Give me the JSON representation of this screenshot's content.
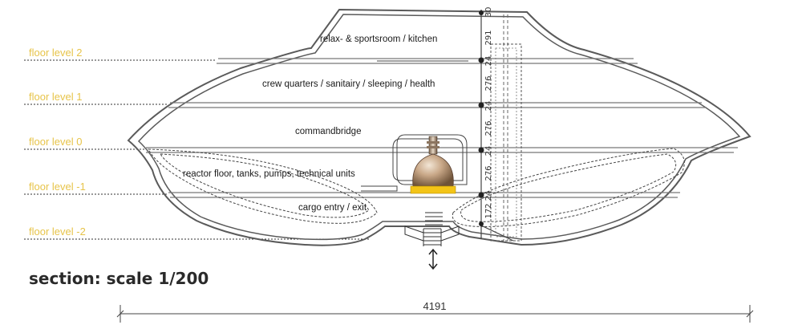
{
  "floors": [
    {
      "label": "floor level 2"
    },
    {
      "label": "floor level 1"
    },
    {
      "label": "floor level 0"
    },
    {
      "label": "floor level -1"
    },
    {
      "label": "floor level -2"
    }
  ],
  "rooms": [
    {
      "label": "relax- & sportsroom / kitchen"
    },
    {
      "label": "crew quarters / sanitairy / sleeping / health"
    },
    {
      "label": "commandbridge"
    },
    {
      "label": "reactor floor, tanks, pumps, technical units"
    },
    {
      "label": "cargo entry / exit"
    }
  ],
  "dimensions": [
    {
      "label": "30"
    },
    {
      "label": "291"
    },
    {
      "label": "24"
    },
    {
      "label": "276"
    },
    {
      "label": "24"
    },
    {
      "label": "276"
    },
    {
      "label": "24"
    },
    {
      "label": "276"
    },
    {
      "label": "24"
    },
    {
      "label": "172"
    }
  ],
  "section_title": "section:  scale 1/200",
  "total_width": "4191",
  "colors": {
    "floor_label": "#e7c44a",
    "hull": "#5a5a5a",
    "reactor_base": "#f3c417",
    "reactor_dome": "#b89a7a"
  }
}
